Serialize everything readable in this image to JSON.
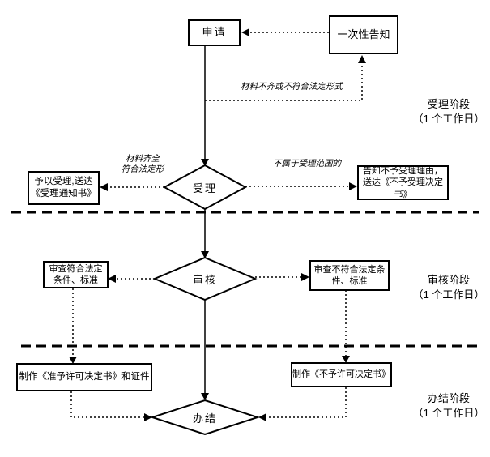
{
  "diagram": {
    "nodes": {
      "apply": {
        "label": "申请"
      },
      "notice": {
        "label": "一次性告知"
      },
      "accept": {
        "label": "受理"
      },
      "review": {
        "label": "审核"
      },
      "finish": {
        "label": "办结"
      }
    },
    "action_boxes": {
      "accept_ok": {
        "label": "予以受理,送达《受理通知书》"
      },
      "accept_refuse": {
        "label": "告知不予受理理由，送达《不予受理决定书》"
      },
      "review_pass": {
        "label": "审查符合法定条件、标准"
      },
      "review_fail": {
        "label": "审查不符合法定条件、标准"
      },
      "make_permit": {
        "label": "制作《准予许可决定书》和证件"
      },
      "make_refusal": {
        "label": "制作《不予许可决定书》"
      }
    },
    "edge_labels": {
      "materials_incomplete": "材料不齐或不符合法定形式",
      "materials_complete_line1": "材料齐全",
      "materials_complete_line2": "符合法定形",
      "not_in_scope": "不属于受理范围的"
    },
    "stages": [
      {
        "name": "受理阶段",
        "duration": "（1 个工作日）"
      },
      {
        "name": "审核阶段",
        "duration": "（1 个工作日）"
      },
      {
        "name": "办结阶段",
        "duration": "（1 个工作日）"
      }
    ],
    "colors": {
      "line": "#000000",
      "background": "#ffffff"
    }
  }
}
